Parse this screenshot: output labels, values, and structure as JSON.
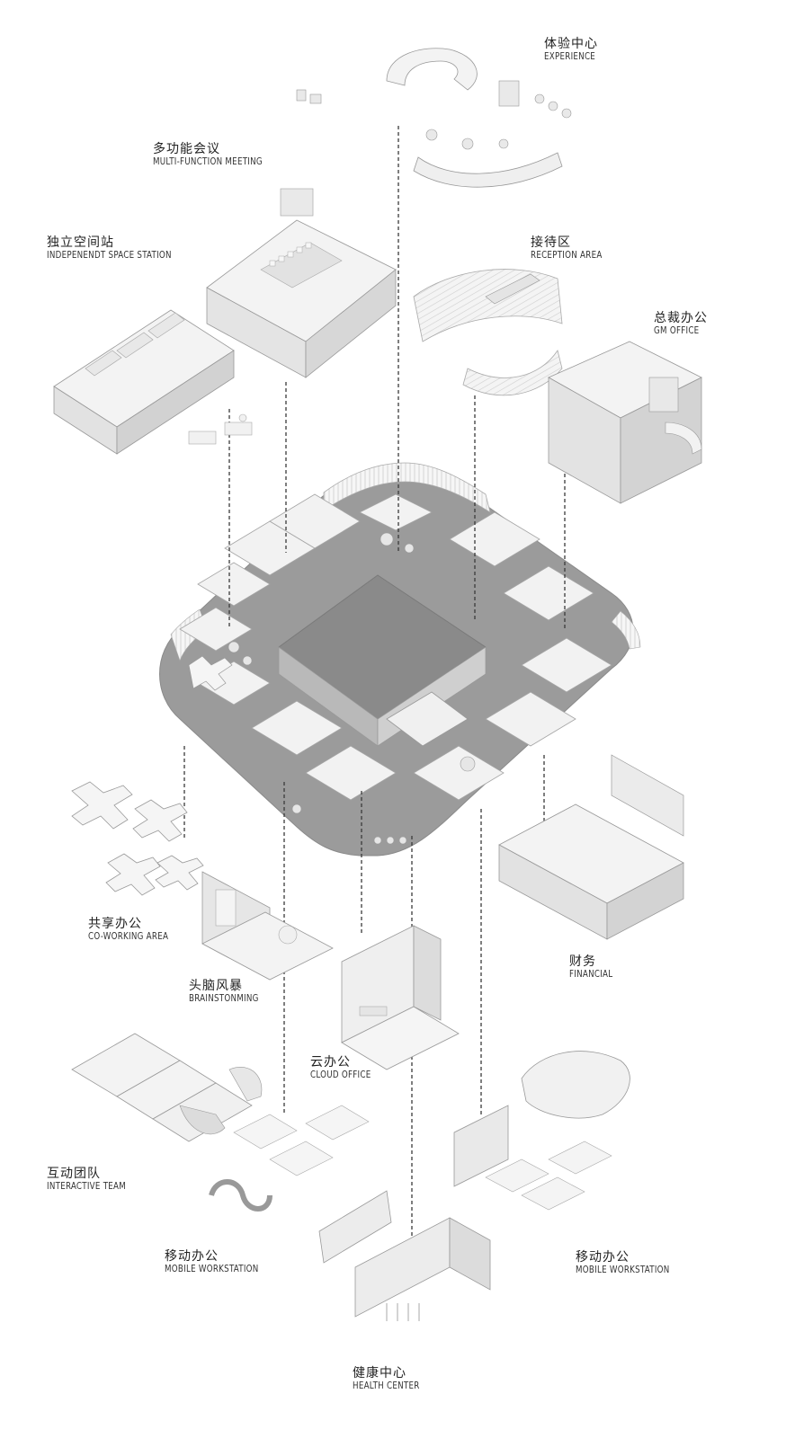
{
  "areas": [
    {
      "id": "experience",
      "zh": "体验中心",
      "en": "EXPERIENCE"
    },
    {
      "id": "multi-function",
      "zh": "多功能会议",
      "en": "MULTI-FUNCTION MEETING"
    },
    {
      "id": "independent",
      "zh": "独立空间站",
      "en": "INDEPENENDT SPACE STATION"
    },
    {
      "id": "reception",
      "zh": "接待区",
      "en": "RECEPTION AREA"
    },
    {
      "id": "gm-office",
      "zh": "总裁办公",
      "en": "GM OFFICE"
    },
    {
      "id": "co-working",
      "zh": "共享办公",
      "en": "CO-WORKING AREA"
    },
    {
      "id": "financial",
      "zh": "财务",
      "en": "FINANCIAL"
    },
    {
      "id": "brainstorming",
      "zh": "头脑风暴",
      "en": "BRAINSTONMING"
    },
    {
      "id": "cloud-office",
      "zh": "云办公",
      "en": "CLOUD OFFICE"
    },
    {
      "id": "interactive",
      "zh": "互动团队",
      "en": "INTERACTIVE TEAM"
    },
    {
      "id": "mobile-left",
      "zh": "移动办公",
      "en": "MOBILE WORKSTATION"
    },
    {
      "id": "mobile-right",
      "zh": "移动办公",
      "en": "MOBILE WORKSTATION"
    },
    {
      "id": "health",
      "zh": "健康中心",
      "en": "HEALTH CENTER"
    }
  ],
  "colors": {
    "line": "#3a3a3a",
    "wall_light": "#f3f3f3",
    "wall_mid": "#d9d9d9",
    "wall_dark": "#b8b8b8",
    "floor": "#8f8f8f",
    "core": "#7d7d7d",
    "outline": "#9a9a9a"
  }
}
